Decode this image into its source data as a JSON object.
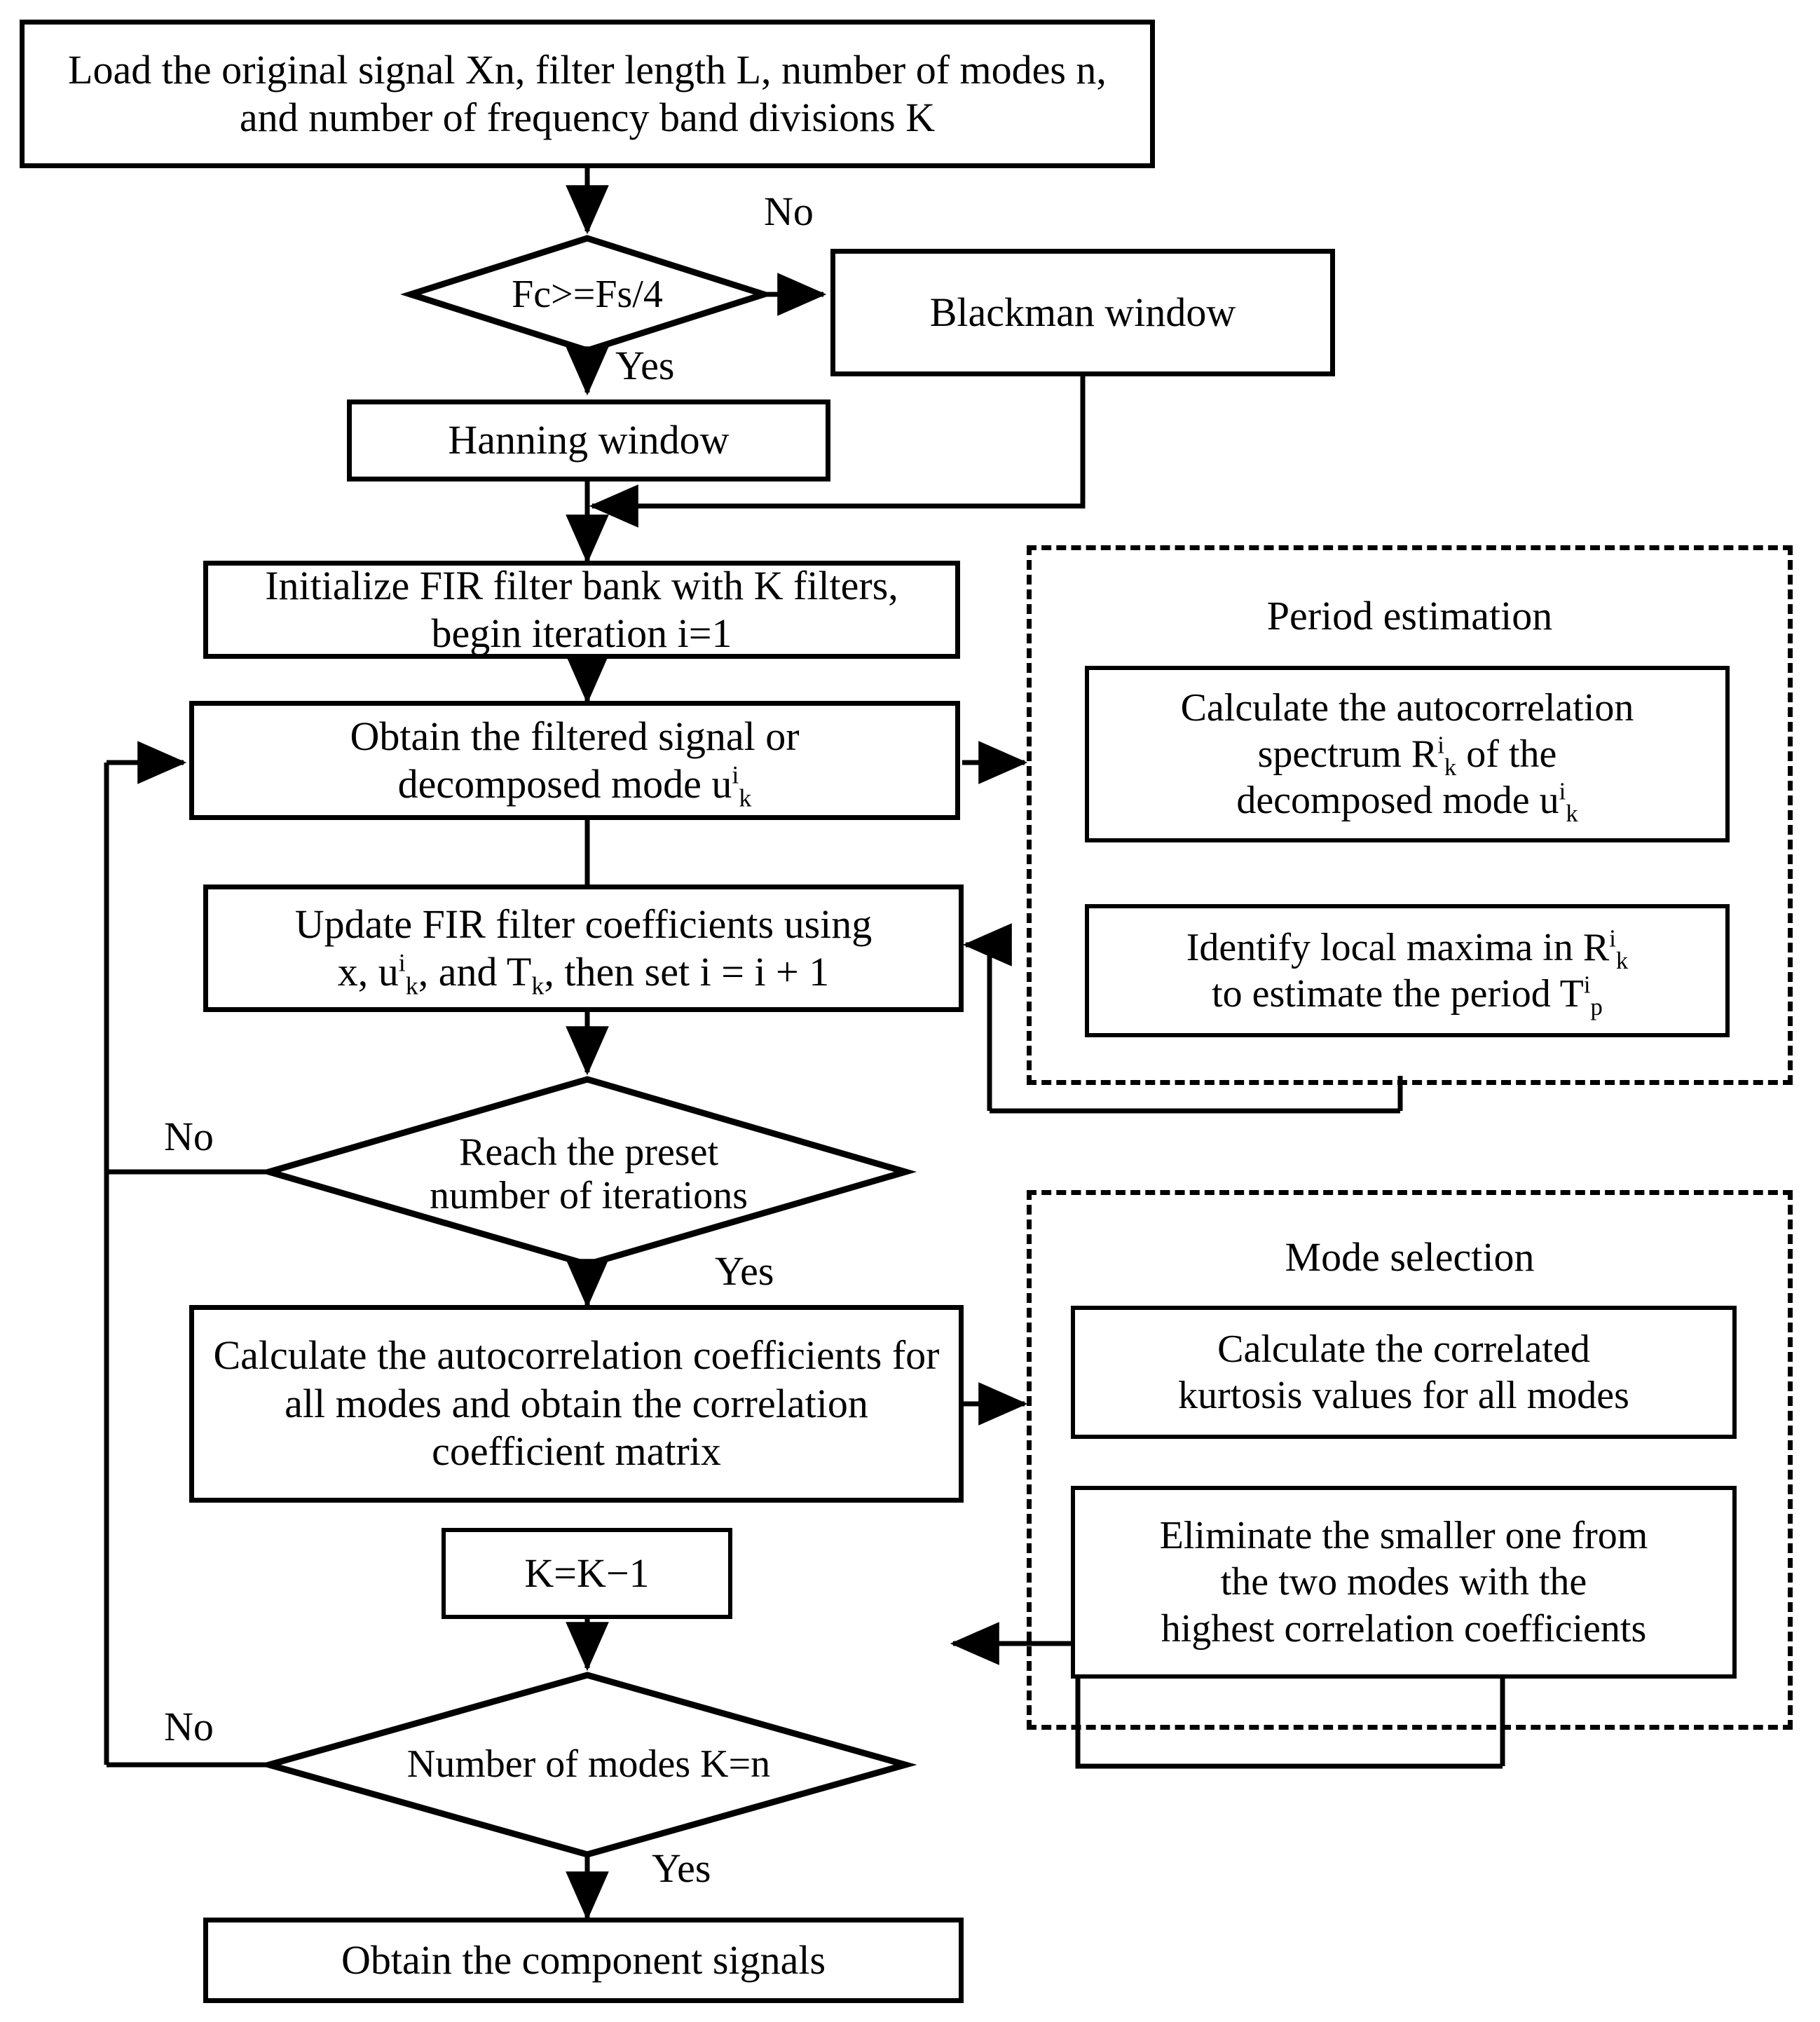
{
  "diagram": {
    "title": "FIR filter bank signal decomposition flowchart",
    "colors": {
      "line": "#000000",
      "fill": "#ffffff",
      "text": "#000000"
    }
  },
  "nodes": {
    "load": {
      "label": "Load the original signal Xn, filter length L, number of modes n, and number of frequency band divisions K",
      "shape": "process"
    },
    "fc_decision": {
      "label": "Fc>=Fs/4",
      "shape": "decision"
    },
    "blackman": {
      "label": "Blackman window",
      "shape": "process"
    },
    "hanning": {
      "label": "Hanning window",
      "shape": "process"
    },
    "init_fir": {
      "label": "Initialize FIR filter bank with K filters, begin iteration i=1",
      "shape": "process"
    },
    "obtain_mode": {
      "label_line1": "Obtain the filtered signal or",
      "label_line2_pre": "decomposed mode u",
      "label_line2_sup": "i",
      "label_line2_sub": "k",
      "shape": "process"
    },
    "update_fir": {
      "label_line1": "Update FIR filter coefficients using",
      "label_line2_a": "x, u",
      "label_line2_sup": "i",
      "label_line2_sub": "k",
      "label_line2_b": ", and T",
      "label_line2_sub2": "k",
      "label_line2_c": ", then set i = i + 1",
      "shape": "process"
    },
    "iter_decision": {
      "label_line1": "Reach the preset",
      "label_line2": "number of iterations",
      "shape": "decision"
    },
    "calc_autocorr": {
      "label": "Calculate the autocorrelation coefficients for all modes and obtain the correlation coefficient matrix",
      "shape": "process"
    },
    "k_minus": {
      "label": "K=K−1",
      "shape": "process"
    },
    "modes_decision": {
      "label": "Number of modes K=n",
      "shape": "decision"
    },
    "obtain_components": {
      "label": "Obtain the component signals",
      "shape": "process"
    }
  },
  "groups": {
    "period_estimation": {
      "title": "Period estimation",
      "box1": {
        "line1": "Calculate the autocorrelation",
        "line2_pre": "spectrum R",
        "line2_sup": "i",
        "line2_sub": "k",
        "line2_post": " of the",
        "line3_pre": "decomposed mode u",
        "line3_sup": "i",
        "line3_sub": "k"
      },
      "box2": {
        "line1_pre": "Identify local maxima in R",
        "line1_sup": "i",
        "line1_sub": "k",
        "line2_pre": "to estimate the period T",
        "line2_sup": "i",
        "line2_sub": "p"
      }
    },
    "mode_selection": {
      "title": "Mode selection",
      "box1": {
        "line1": "Calculate the correlated",
        "line2": "kurtosis values for all modes"
      },
      "box2": {
        "line1": "Eliminate the smaller one from",
        "line2": "the two modes with the",
        "line3": "highest correlation coefficients"
      }
    }
  },
  "edge_labels": {
    "fc_no": "No",
    "fc_yes": "Yes",
    "iter_no": "No",
    "iter_yes": "Yes",
    "modes_no": "No",
    "modes_yes": "Yes"
  }
}
